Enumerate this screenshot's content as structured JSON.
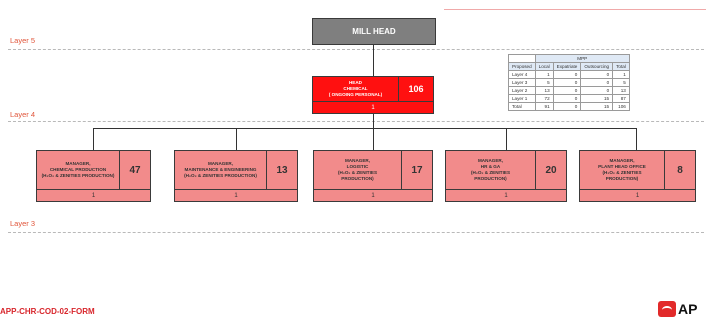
{
  "layers": {
    "layer5": "Layer 5",
    "layer4": "Layer 4",
    "layer3": "Layer 3"
  },
  "mill_head": {
    "label": "MILL HEAD"
  },
  "head": {
    "title": "HEAD\nCHEMICAL\n( ONGOING PERSONAL)",
    "count": "106",
    "footer": "1"
  },
  "managers": [
    {
      "title": "MANAGER,\nCHEMICAL PRODUCTION\n(H₂O₂ & ZENITIES PRODUCTION)",
      "count": "47",
      "footer": "1"
    },
    {
      "title": "MANAGER,\nMAINTENANCE & ENGINEERING\n(H₂O₂ & ZENITIES PRODUCTION)",
      "count": "13",
      "footer": "1"
    },
    {
      "title": "MANAGER,\nLOGISTIC\n(H₂O₂ & ZENITIES\nPRODUCTION)",
      "count": "17",
      "footer": "1"
    },
    {
      "title": "MANAGER,\nHR & GA\n(H₂O₂ & ZENITIES\nPRODUCTION)",
      "count": "20",
      "footer": "1"
    },
    {
      "title": "MANAGER,\nPLANT HEAD OFFICE\n(H₂O₂ & ZENITIES\nPRODUCTION)",
      "count": "8",
      "footer": "1"
    }
  ],
  "mpp_table": {
    "group_header": "MPP",
    "columns": [
      "Proposed",
      "Local",
      "Expatriate",
      "Outsourcing",
      "Total"
    ],
    "rows": [
      [
        "Layer 4",
        "1",
        "0",
        "0",
        "1"
      ],
      [
        "Layer 3",
        "5",
        "0",
        "0",
        "5"
      ],
      [
        "Layer 2",
        "13",
        "0",
        "0",
        "13"
      ],
      [
        "Layer 1",
        "72",
        "0",
        "15",
        "87"
      ],
      [
        "Total",
        "91",
        "0",
        "15",
        "106"
      ]
    ]
  },
  "footer": {
    "form_code": "APP-CHR-COD-02-FORM",
    "logo_text": "AP"
  },
  "colors": {
    "head_red": "#ff1010",
    "manager_pink": "#f28b8b",
    "mill_head_gray": "#7f7f7f",
    "layer_label": "#e0553a"
  }
}
